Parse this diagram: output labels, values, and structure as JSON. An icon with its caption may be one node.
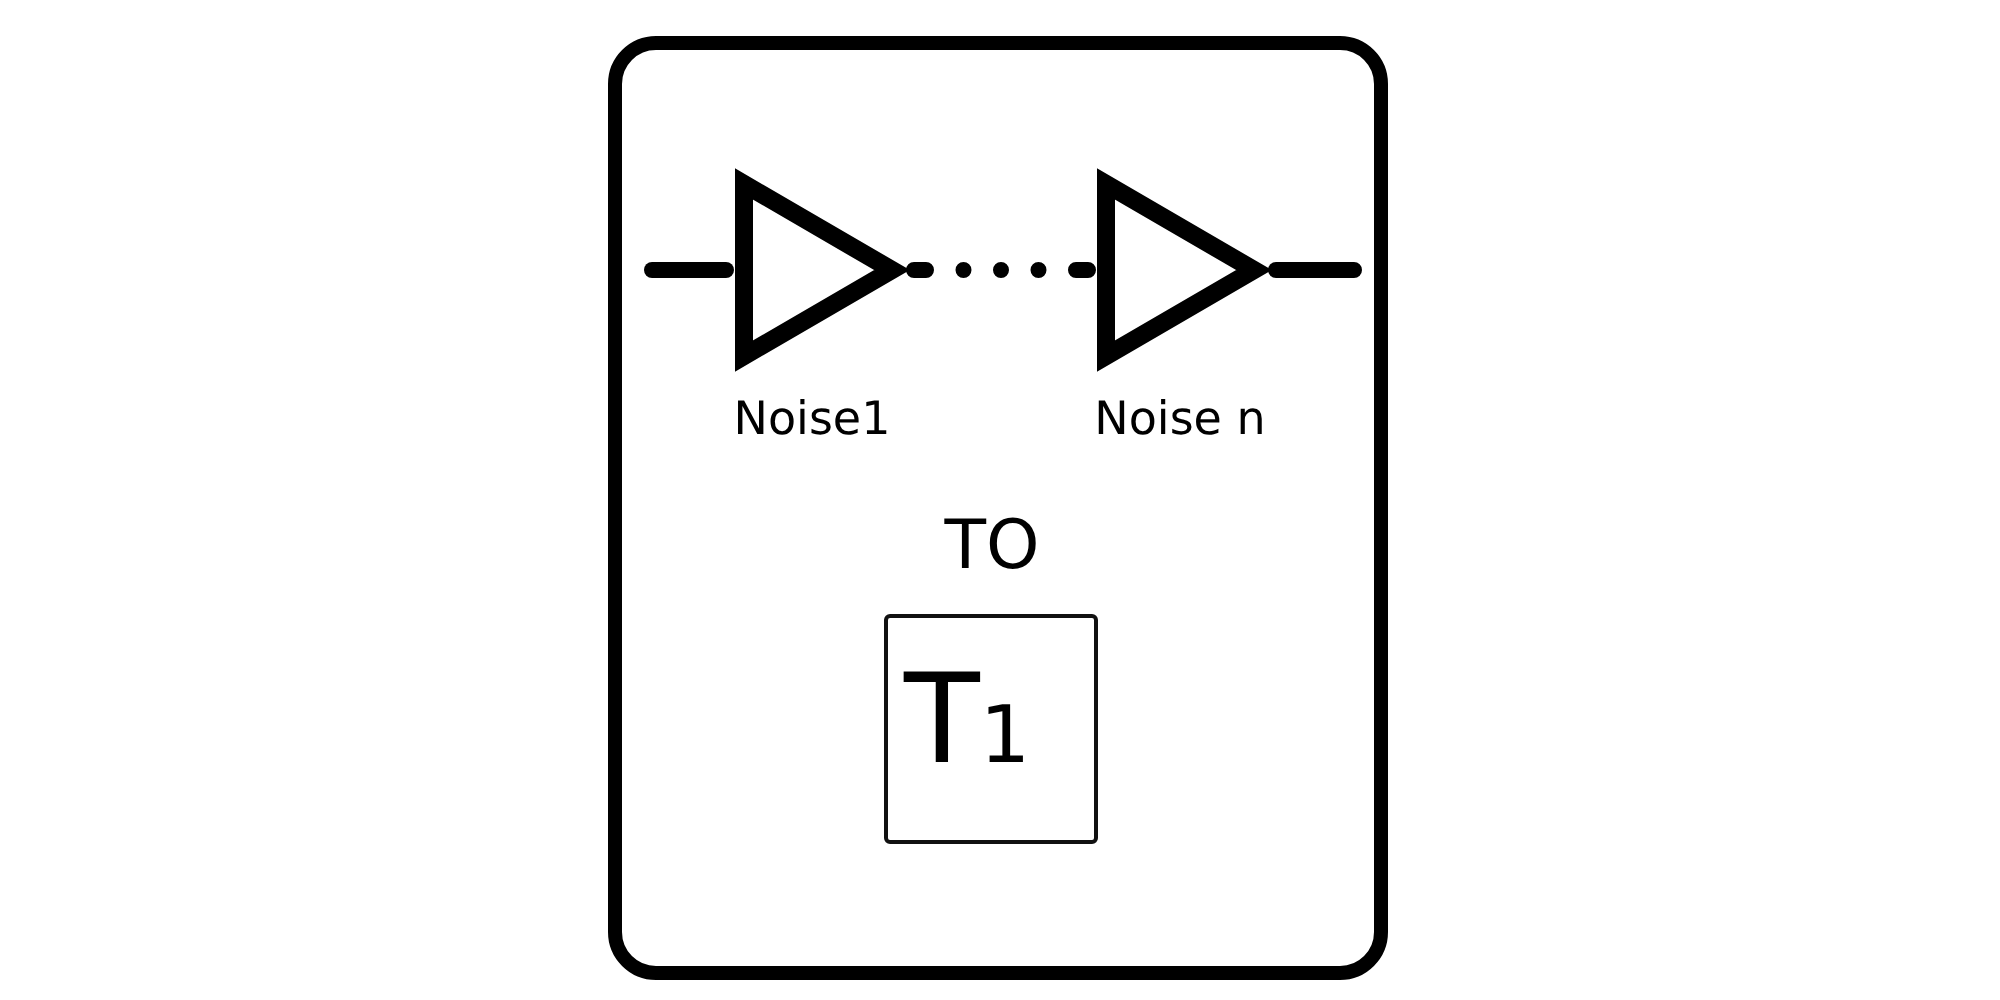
{
  "diagram": {
    "nodes": [
      {
        "text": [],
        "shape": "box"
      },
      {
        "text": [],
        "shape": "triangle",
        "beside": [
          "Noise1"
        ],
        "in": 0
      },
      {
        "text": [],
        "shape": "triangle",
        "beside": [
          "Noise n"
        ],
        "in": 0
      },
      {
        "text": [
          "TO",
          "T$_{1}$"
        ],
        "in": 0
      }
    ],
    "edges": [
      {
        "from": null,
        "to": 1,
        "arrow": "none"
      },
      {
        "from": 1,
        "to": 2,
        "arrow": "none",
        "style": "dashed"
      },
      {
        "from": 2,
        "to": null,
        "arrow": "none"
      }
    ]
  }
}
